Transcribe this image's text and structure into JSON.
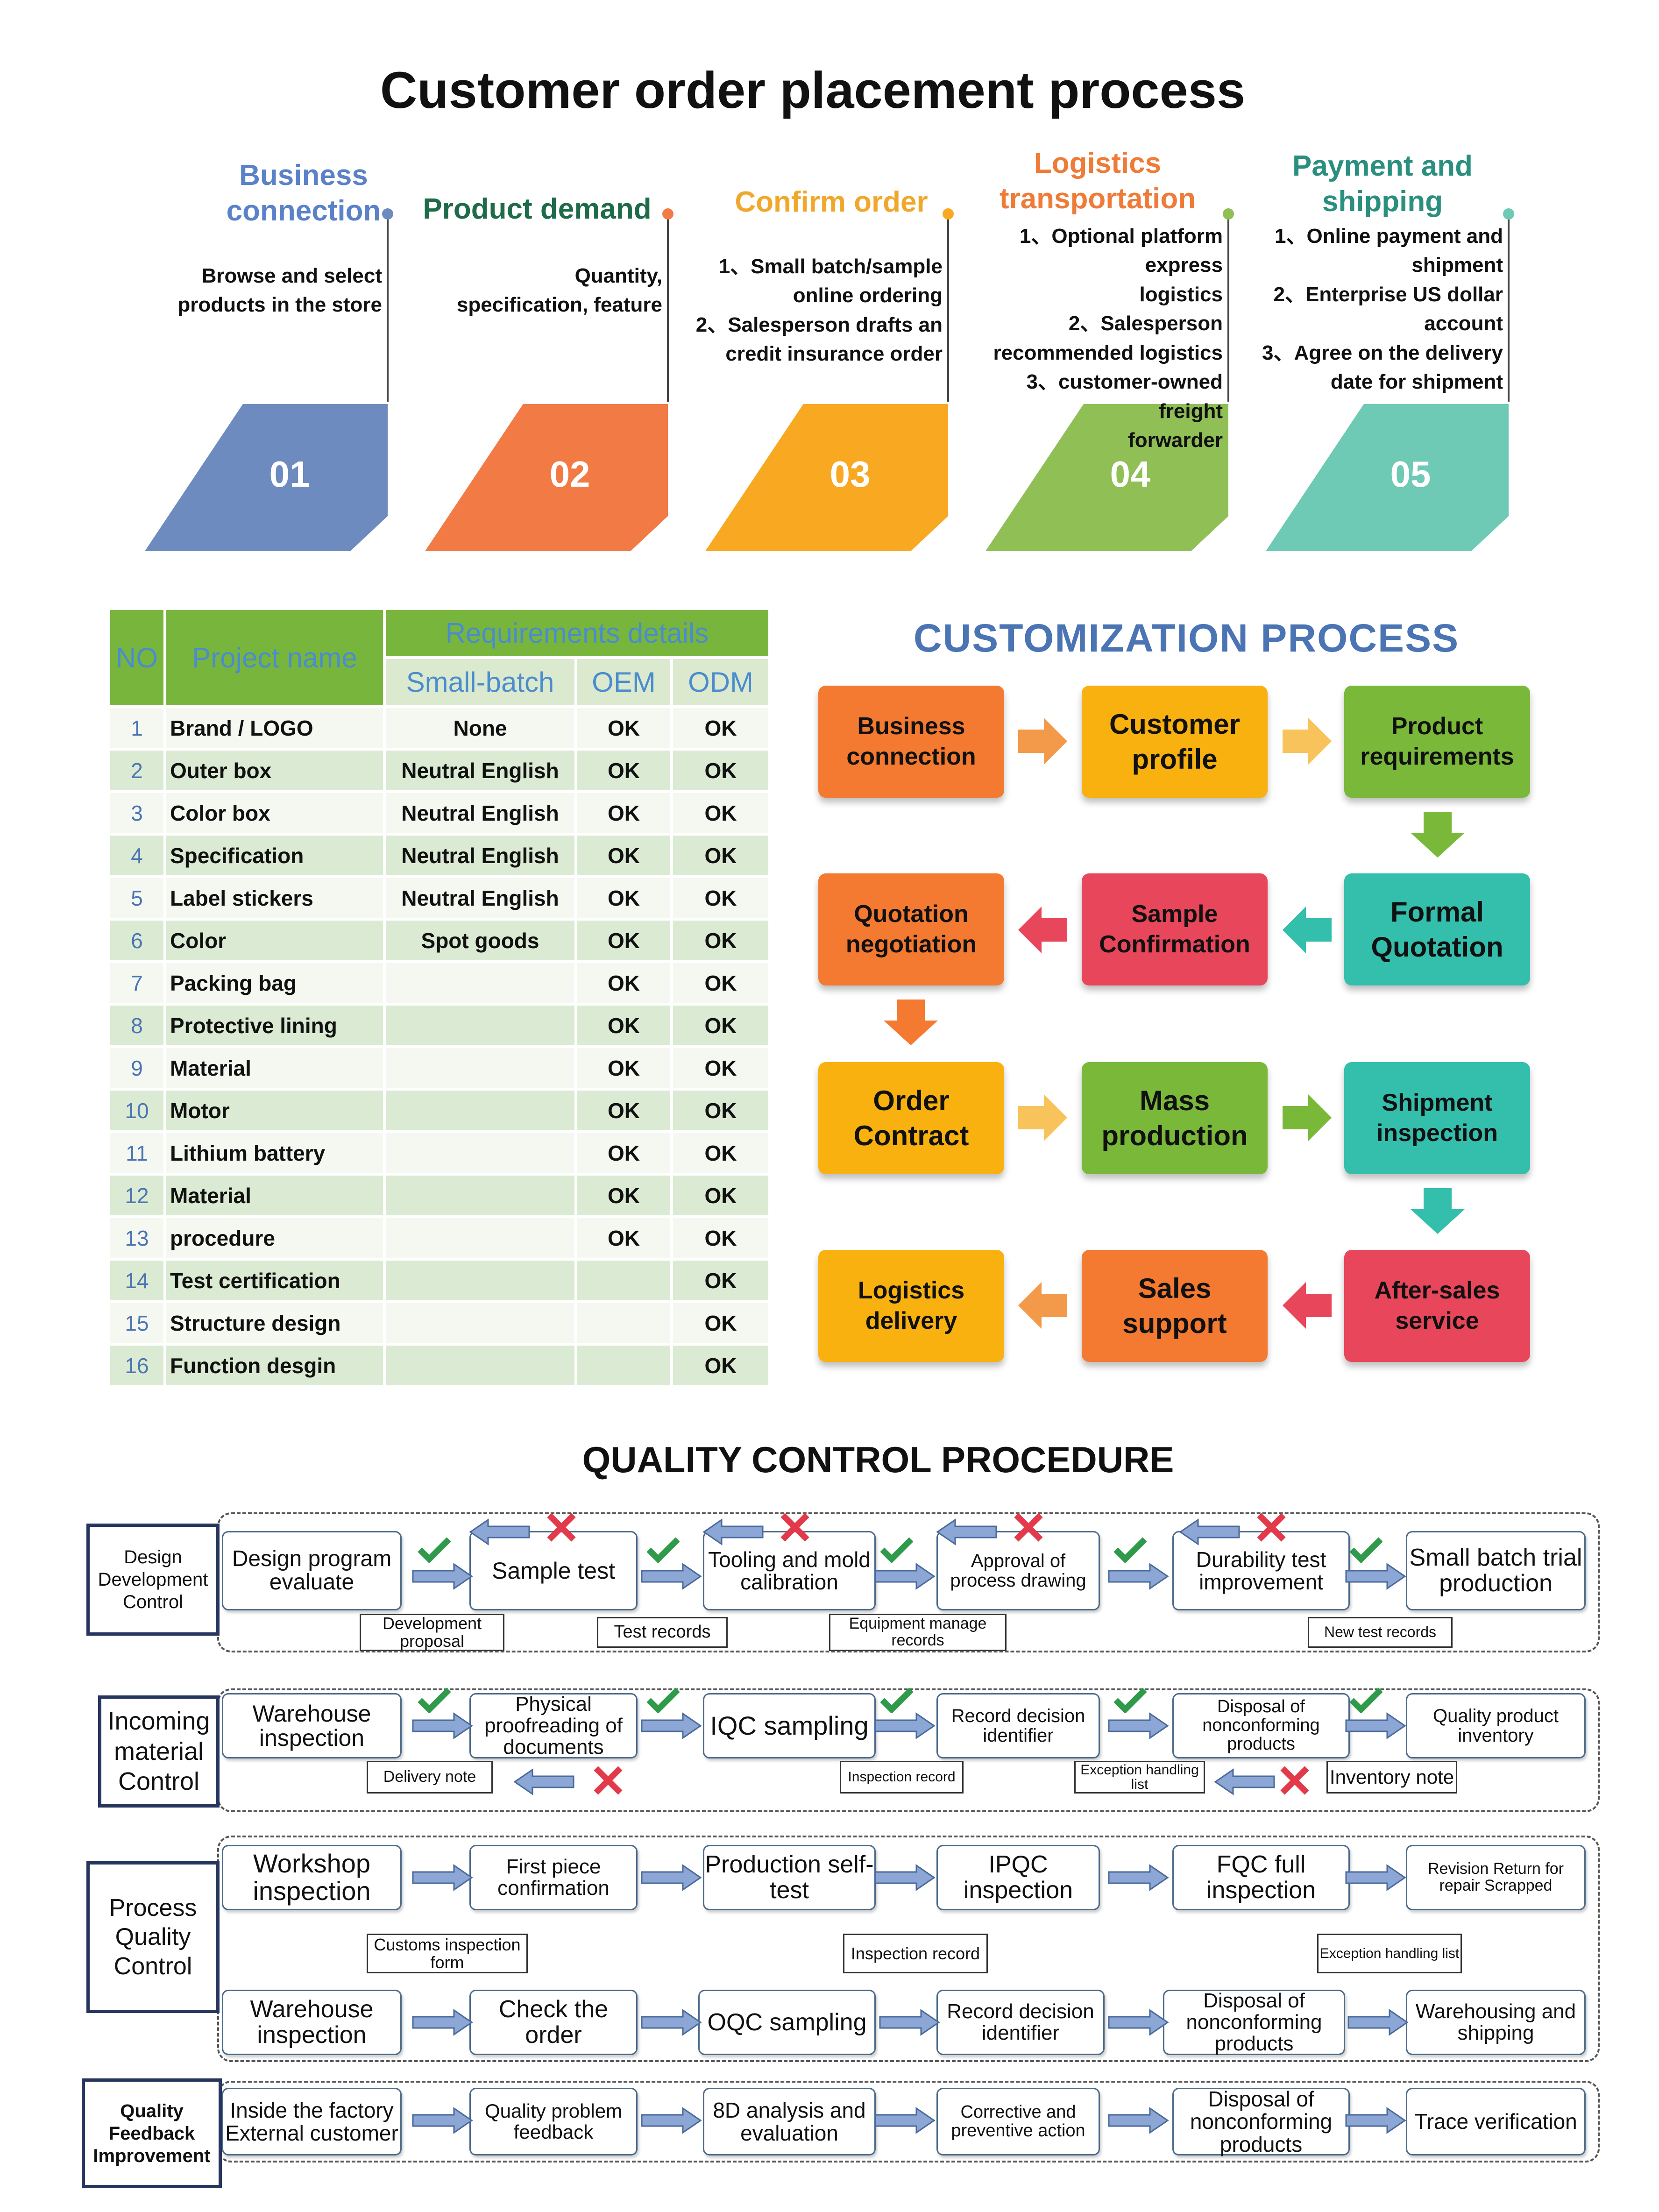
{
  "title": "Customer order placement process",
  "steps": [
    {
      "num": "01",
      "title": "Business connection",
      "desc": [
        "Browse and select",
        "products in the store"
      ],
      "color": "#6e8bbf",
      "title_color": "#5b82c8"
    },
    {
      "num": "02",
      "title": "Product demand",
      "desc": [
        "Quantity,",
        "specification, feature"
      ],
      "color": "#f27a45",
      "title_color": "#1e6b4a"
    },
    {
      "num": "03",
      "title": "Confirm order",
      "desc": [
        "1、Small batch/sample",
        "online ordering",
        "2、Salesperson drafts an",
        "credit insurance order"
      ],
      "color": "#f8a821",
      "title_color": "#f0a82c"
    },
    {
      "num": "04",
      "title": "Logistics transportation",
      "desc": [
        "1、Optional platform express",
        "logistics",
        "2、Salesperson",
        "recommended logistics",
        "3、customer-owned freight",
        "forwarder"
      ],
      "color": "#8fbf55",
      "title_color": "#ee7b38"
    },
    {
      "num": "05",
      "title": "Payment and shipping",
      "desc": [
        "1、Online payment and",
        "shipment",
        "2、Enterprise US dollar",
        "account",
        "3、Agree on the delivery",
        "date for shipment"
      ],
      "color": "#6ec9b5",
      "title_color": "#2a8f7e"
    }
  ],
  "table": {
    "headers": {
      "no": "NO",
      "project": "Project name",
      "requirements": "Requirements details",
      "small_batch": "Small-batch",
      "oem": "OEM",
      "odm": "ODM"
    },
    "rows": [
      {
        "no": "1",
        "name": "Brand / LOGO",
        "small": "None",
        "oem": "OK",
        "odm": "OK"
      },
      {
        "no": "2",
        "name": "Outer box",
        "small": "Neutral English",
        "oem": "OK",
        "odm": "OK"
      },
      {
        "no": "3",
        "name": "Color box",
        "small": "Neutral English",
        "oem": "OK",
        "odm": "OK"
      },
      {
        "no": "4",
        "name": "Specification",
        "small": "Neutral English",
        "oem": "OK",
        "odm": "OK"
      },
      {
        "no": "5",
        "name": "Label stickers",
        "small": "Neutral English",
        "oem": "OK",
        "odm": "OK"
      },
      {
        "no": "6",
        "name": "Color",
        "small": "Spot goods",
        "oem": "OK",
        "odm": "OK"
      },
      {
        "no": "7",
        "name": "Packing bag",
        "small": "",
        "oem": "OK",
        "odm": "OK"
      },
      {
        "no": "8",
        "name": "Protective lining",
        "small": "",
        "oem": "OK",
        "odm": "OK"
      },
      {
        "no": "9",
        "name": "Material",
        "small": "",
        "oem": "OK",
        "odm": "OK"
      },
      {
        "no": "10",
        "name": "Motor",
        "small": "",
        "oem": "OK",
        "odm": "OK"
      },
      {
        "no": "11",
        "name": "Lithium battery",
        "small": "",
        "oem": "OK",
        "odm": "OK"
      },
      {
        "no": "12",
        "name": "Material",
        "small": "",
        "oem": "OK",
        "odm": "OK"
      },
      {
        "no": "13",
        "name": "procedure",
        "small": "",
        "oem": "OK",
        "odm": "OK"
      },
      {
        "no": "14",
        "name": "Test certification",
        "small": "",
        "oem": "",
        "odm": "OK"
      },
      {
        "no": "15",
        "name": "Structure design",
        "small": "",
        "oem": "",
        "odm": "OK"
      },
      {
        "no": "16",
        "name": "Function desgin",
        "small": "",
        "oem": "",
        "odm": "OK"
      }
    ]
  },
  "customization": {
    "title": "CUSTOMIZATION  PROCESS",
    "boxes": [
      {
        "label": "Business connection",
        "color": "#f37a30"
      },
      {
        "label": "Customer profile",
        "color": "#f8b10e"
      },
      {
        "label": "Product requirements",
        "color": "#7ab83a"
      },
      {
        "label": "Quotation negotiation",
        "color": "#f37a30"
      },
      {
        "label": "Sample Confirmation",
        "color": "#e8465a"
      },
      {
        "label": "Formal Quotation",
        "color": "#34bfad"
      },
      {
        "label": "Order Contract",
        "color": "#f8b10e"
      },
      {
        "label": "Mass production",
        "color": "#7ab83a"
      },
      {
        "label": "Shipment inspection",
        "color": "#34bfad"
      },
      {
        "label": "Logistics delivery",
        "color": "#f8b10e"
      },
      {
        "label": "Sales support",
        "color": "#f37a30"
      },
      {
        "label": "After-sales service",
        "color": "#e8465a"
      }
    ]
  },
  "quality": {
    "title": "QUALITY CONTROL PROCEDURE",
    "sections": [
      {
        "label": "Design Development Control",
        "boxes": [
          "Design program evaluate",
          "Sample test",
          "Tooling and mold calibration",
          "Approval of process drawing",
          "Durability test improvement",
          "Small batch trial production"
        ],
        "notes": [
          "Development proposal",
          "Test records",
          "Equipment manage records",
          "New test records"
        ]
      },
      {
        "label": "Incoming material Control",
        "boxes": [
          "Warehouse inspection",
          "Physical proofreading of documents",
          "IQC sampling",
          "Record decision identifier",
          "Disposal of nonconforming products",
          "Quality product inventory"
        ],
        "notes": [
          "Delivery note",
          "Inspection record",
          "Exception handling list",
          "Inventory note"
        ]
      },
      {
        "label": "Process Quality Control",
        "boxes": [
          "Workshop inspection",
          "First piece confirmation",
          "Production self-test",
          "IPQC inspection",
          "FQC full inspection",
          "Revision Return for repair Scrapped"
        ],
        "boxes2": [
          "Warehouse inspection",
          "Check the order",
          "OQC sampling",
          "Record decision identifier",
          "Disposal of nonconforming products",
          "Warehousing and shipping"
        ],
        "notes": [
          "Customs inspection form",
          "Inspection record",
          "Exception handling list"
        ]
      },
      {
        "label": "Quality Feedback Improvement",
        "boxes": [
          "Inside the factory External customer",
          "Quality problem feedback",
          "8D analysis and evaluation",
          "Corrective and preventive action",
          "Disposal of nonconforming products",
          "Trace verification"
        ]
      }
    ]
  },
  "icons": {
    "check": "check-icon",
    "cross": "cross-icon"
  },
  "colors": {
    "check": "#2e9a4a",
    "cross": "#e23a4a",
    "arrow": "#8ca6d6",
    "arrow_border": "#4a6a9a"
  }
}
